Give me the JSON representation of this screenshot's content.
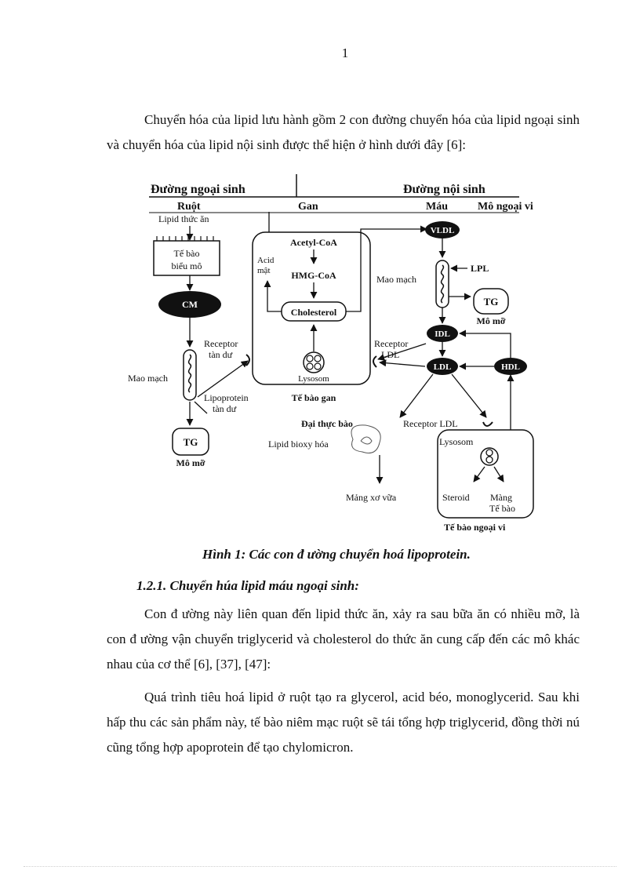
{
  "page_number": "1",
  "intro_paragraph": "Chuyển hóa của lipid lưu hành gồm 2 con đường chuyển hóa của lipid ngoại sinh và chuyển hóa của lipid nội sinh được thể hiện ở hình dưới đây [6]:",
  "figure": {
    "header_left": "Đường ngoại sinh",
    "header_right": "Đường nội sinh",
    "col_ruot": "Ruột",
    "col_gan": "Gan",
    "col_mau": "Máu",
    "col_mo_ngoai_vi": "Mô ngoại vi",
    "lipid_thuc_an": "Lipid thức ăn",
    "te_bao_bieu_mo_1": "Tế bào",
    "te_bao_bieu_mo_2": "biểu mô",
    "cm": "CM",
    "mao_mach_left": "Mao mạch",
    "receptor_tan_du_1": "Receptor",
    "receptor_tan_du_2": "tàn dư",
    "lipoprotein_tan_du_1": "Lipoprotein",
    "lipoprotein_tan_du_2": "tàn dư",
    "tg_left": "TG",
    "mo_mo_left": "Mô mỡ",
    "acetyl_coa": "Acetyl-CoA",
    "hmg_coa": "HMG-CoA",
    "cholesterol": "Cholesterol",
    "acid_mat_1": "Acid",
    "acid_mat_2": "mật",
    "lysosom_gan": "Lysosom",
    "te_bao_gan": "Tế bào gan",
    "receptor_ldl_1": "Receptor",
    "receptor_ldl_2": "LDL",
    "vldl": "VLDL",
    "lpl": "LPL",
    "mao_mach_right": "Mao mạch",
    "tg_right": "TG",
    "mo_mo_right": "Mô mỡ",
    "idl": "IDL",
    "ldl": "LDL",
    "hdl": "HDL",
    "dai_thuc_bao": "Đại thực bào",
    "receptor_ldl_lower": "Receptor LDL",
    "lipid_bioxy_hoa": "Lipid bioxy hóa",
    "mang_xo_vua": "Mảng xơ vữa",
    "lysosom_ngoai_vi": "Lysosom",
    "steroid": "Steroid",
    "mang_te_bao_1": "Màng",
    "mang_te_bao_2": "Tế bào",
    "te_bao_ngoai_vi": "Tế bào ngoại vi"
  },
  "caption": "Hình 1: Các con đ   ường chuyển hoá lipoprotein.",
  "section_heading": "1.2.1. Chuyển húa lipid máu ngoại sinh:",
  "paragraph_2": "Con đ   ường này liên quan đến lipid thức ăn, xảy ra sau bữa ăn có nhiều mỡ, là con đ   ường vận chuyển triglycerid và cholesterol do thức ăn cung cấp đến các mô khác nhau của cơ thể [6], [37], [47]:",
  "paragraph_3": "Quá trình tiêu hoá lipid ở ruột tạo ra glycerol, acid béo, monoglycerid. Sau khi hấp thu các sản phẩm này, tế bào niêm mạc ruột sẽ tái tổng hợp triglycerid,  đồng thời nú cũng tổng hợp apoprotein để tạo chylomicron."
}
